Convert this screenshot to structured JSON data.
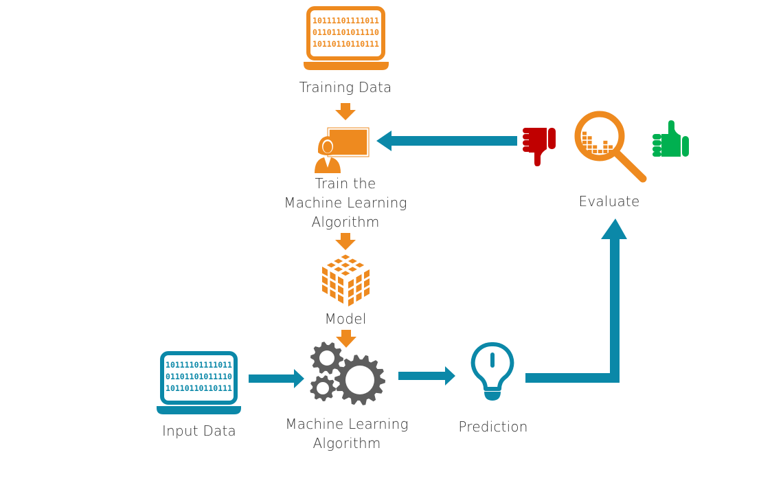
{
  "colors": {
    "orange": "#EE8A1F",
    "teal": "#0B88A8",
    "gray": "#5E5E5E",
    "red": "#C00000",
    "green": "#00B050",
    "text": "#333333"
  },
  "nodes": {
    "training_data": {
      "label": "Training Data",
      "binary": [
        "10111101111011",
        "01101101011110",
        "10110110110111"
      ]
    },
    "train": {
      "line1": "Train the",
      "line2": "Machine Learning",
      "line3": "Algorithm"
    },
    "model": {
      "label": "Model"
    },
    "input_data": {
      "label": "Input Data",
      "binary": [
        "10111101111011",
        "01101101011110",
        "10110110110111"
      ]
    },
    "ml_algorithm": {
      "line1": "Machine Learning",
      "line2": "Algorithm"
    },
    "prediction": {
      "label": "Prediction"
    },
    "evaluate": {
      "label": "Evaluate"
    }
  },
  "icons": {
    "training_data": "laptop-binary-icon",
    "train": "trainer-board-icon",
    "model": "cube-grid-icon",
    "input_data": "laptop-binary-icon",
    "ml_algorithm": "gears-icon",
    "prediction": "lightbulb-icon",
    "evaluate": "magnifier-chart-icon",
    "thumbs_down": "thumbs-down-icon",
    "thumbs_up": "thumbs-up-icon"
  },
  "flow": [
    {
      "from": "Training Data",
      "to": "Train the Machine Learning Algorithm"
    },
    {
      "from": "Train the Machine Learning Algorithm",
      "to": "Model"
    },
    {
      "from": "Model",
      "to": "Machine Learning Algorithm"
    },
    {
      "from": "Input Data",
      "to": "Machine Learning Algorithm"
    },
    {
      "from": "Machine Learning Algorithm",
      "to": "Prediction"
    },
    {
      "from": "Prediction",
      "to": "Evaluate"
    },
    {
      "from": "Evaluate",
      "to": "Train the Machine Learning Algorithm"
    }
  ]
}
